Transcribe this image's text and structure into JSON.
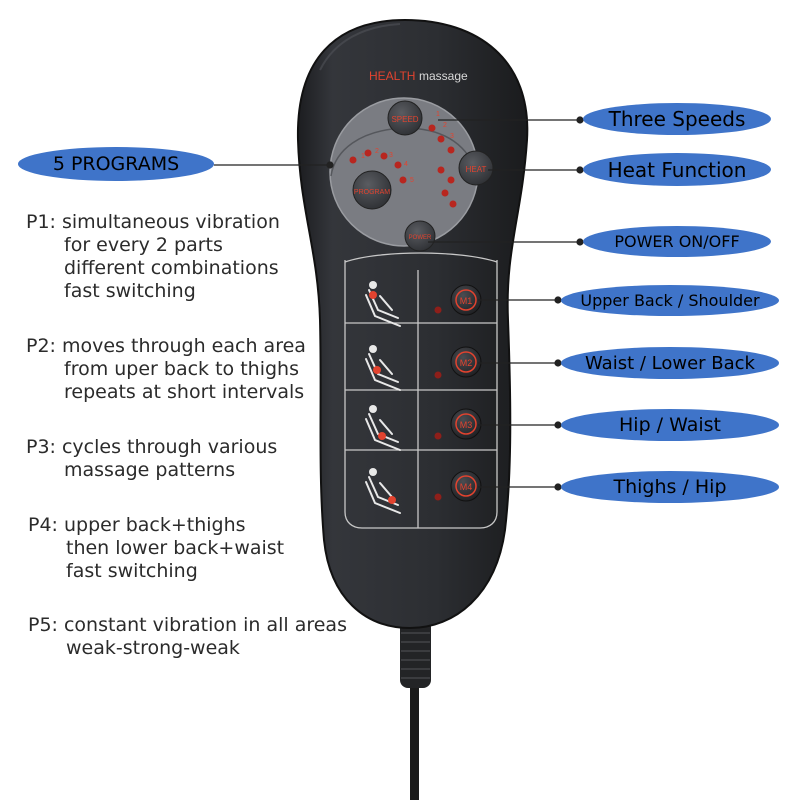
{
  "remote": {
    "brand_health": "HEALTH",
    "brand_massage": "massage",
    "speed_label": "SPEED",
    "speed_levels": [
      "1",
      "2",
      "3"
    ],
    "heat_label": "HEAT",
    "program_label": "PROGRAM",
    "program_numbers": [
      "1",
      "2",
      "3",
      "4",
      "5"
    ],
    "power_label": "POWER",
    "motor_labels": [
      "M1",
      "M2",
      "M3",
      "M4"
    ]
  },
  "callouts": {
    "three_speeds": "Three Speeds",
    "heat_function": "Heat Function",
    "power_onoff": "POWER ON/OFF",
    "m1": "Upper Back / Shoulder",
    "m2": "Waist / Lower Back",
    "m3": "Hip / Waist",
    "m4": "Thighs / Hip",
    "programs": "5 PROGRAMS"
  },
  "programs": [
    {
      "lines": [
        "P1: simultaneous vibration",
        "for every 2 parts",
        "different combinations",
        "fast switching"
      ]
    },
    {
      "lines": [
        "P2: moves through each area",
        "from uper back to thighs",
        "repeats at short intervals"
      ]
    },
    {
      "lines": [
        "P3: cycles through various",
        "massage patterns"
      ]
    },
    {
      "lines": [
        "P4: upper back+thighs",
        "then lower back+waist",
        "fast switching"
      ]
    },
    {
      "lines": [
        "P5: constant vibration in all areas",
        "weak-strong-weak"
      ]
    }
  ],
  "colors": {
    "callout_blue": "#3f74c9",
    "remote_body": "#2a2c30",
    "label_red": "#e2432f",
    "led_red": "#b8261f"
  }
}
